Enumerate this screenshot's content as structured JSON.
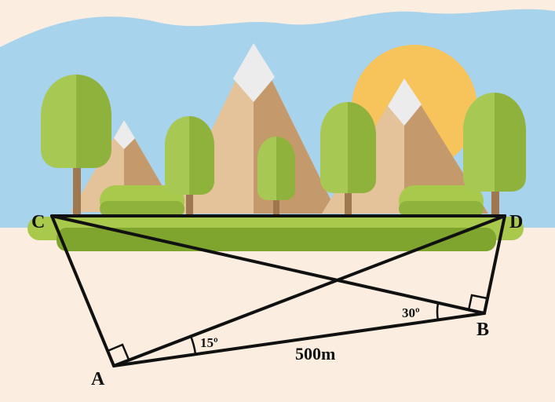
{
  "points": {
    "C": "C",
    "D": "D",
    "A": "A",
    "B": "B"
  },
  "angles": {
    "at_A": "15º",
    "at_B": "30º"
  },
  "distance_AB": "500m",
  "colors": {
    "sky": "#a7d3ec",
    "ground": "#fbeee1",
    "grass_dark": "#7fa52e",
    "grass_light": "#a9c94d",
    "mountain_light": "#e4c29a",
    "mountain_dark": "#c49a6c",
    "snow": "#ececec",
    "sun": "#f7c45c",
    "tree_light": "#a7c853",
    "tree_dark": "#8fb23c",
    "trunk": "#a07850",
    "line": "#111111"
  }
}
